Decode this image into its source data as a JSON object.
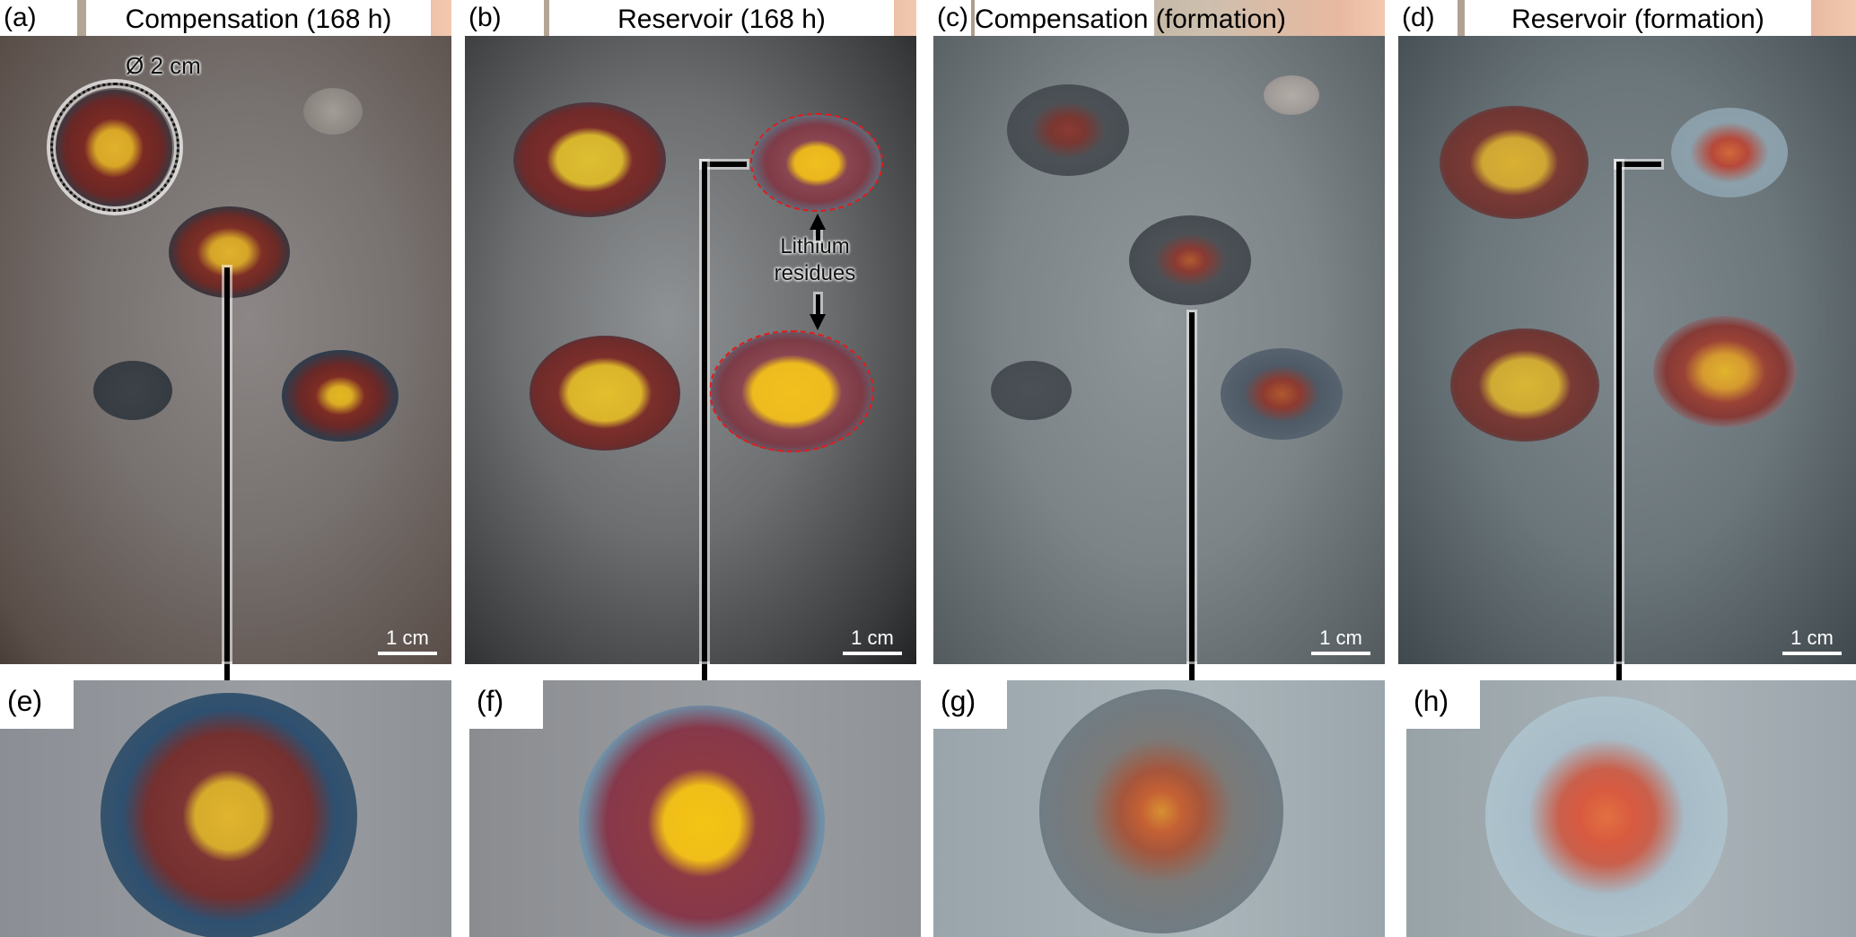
{
  "panels": {
    "a": {
      "letter": "(a)",
      "title": "Compensation (168 h)",
      "scale_label": "1 cm",
      "annotation": "Ø 2 cm"
    },
    "b": {
      "letter": "(b)",
      "title": "Reservoir (168 h)",
      "scale_label": "1 cm",
      "annotation_line1": "Lithium",
      "annotation_line2": "residues"
    },
    "c": {
      "letter": "(c)",
      "title": "Compensation (formation)",
      "scale_label": "1 cm"
    },
    "d": {
      "letter": "(d)",
      "title": "Reservoir (formation)",
      "scale_label": "1 cm"
    },
    "e": {
      "letter": "(e)"
    },
    "f": {
      "letter": "(f)"
    },
    "g": {
      "letter": "(g)"
    },
    "h": {
      "letter": "(h)"
    }
  },
  "colors": {
    "ring_blue": "#3f5566",
    "ring_red": "#7d2f2c",
    "core_yellow": "#e2b52a",
    "highlight_red": "#e21b1b"
  }
}
